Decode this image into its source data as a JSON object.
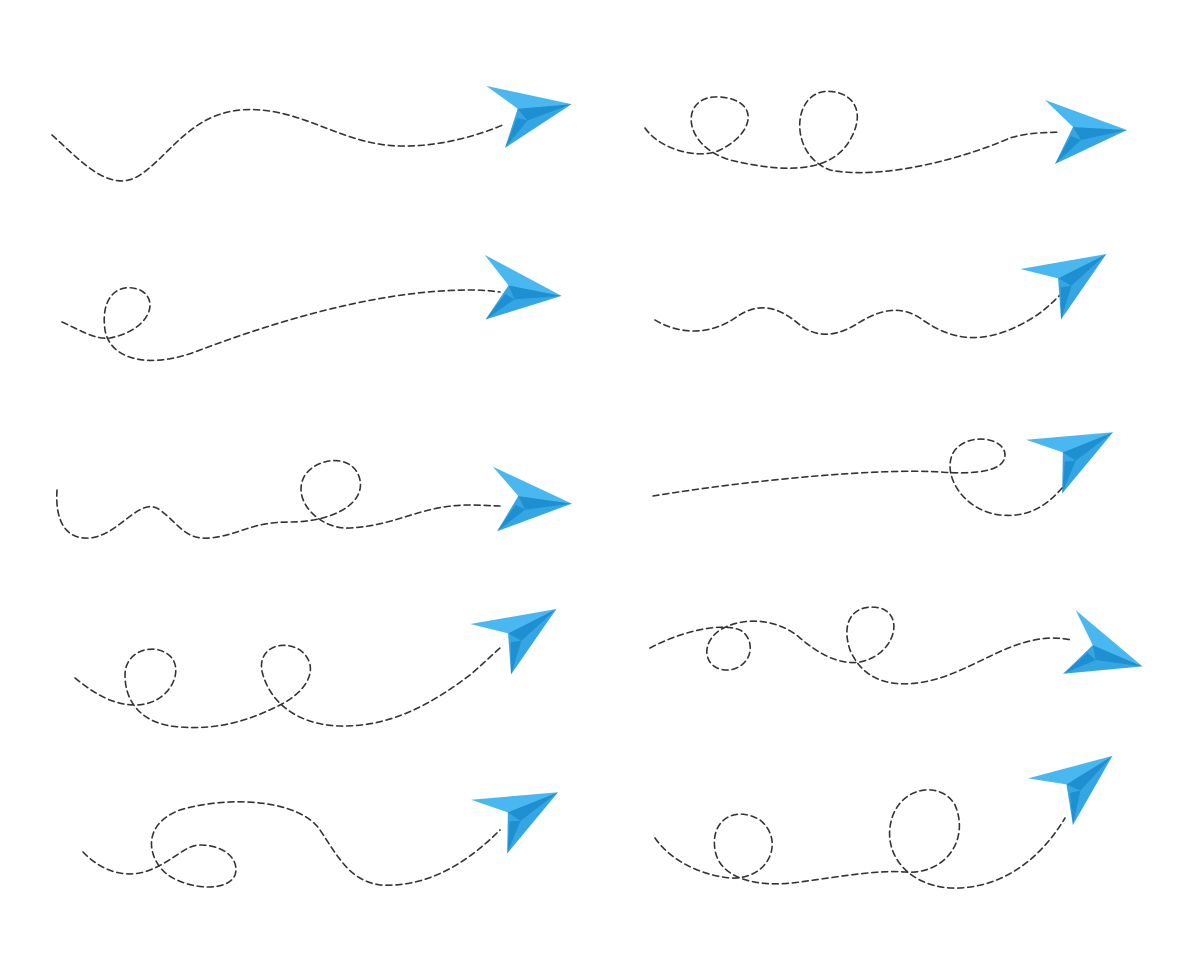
{
  "style": {
    "background": "#ffffff",
    "trail_color": "#333333",
    "plane_light": "#4ab8f0",
    "plane_dark": "#1e8fd0",
    "plane_mid": "#33a6e3"
  },
  "items": [
    {
      "name": "plane-path-1",
      "icon": "paper-plane-icon",
      "trail": "wave"
    },
    {
      "name": "plane-path-2",
      "icon": "paper-plane-icon",
      "trail": "two-loops"
    },
    {
      "name": "plane-path-3",
      "icon": "paper-plane-icon",
      "trail": "one-loop"
    },
    {
      "name": "plane-path-4",
      "icon": "paper-plane-icon",
      "trail": "wavy"
    },
    {
      "name": "plane-path-5",
      "icon": "paper-plane-icon",
      "trail": "wavy-one-loop"
    },
    {
      "name": "plane-path-6",
      "icon": "paper-plane-icon",
      "trail": "one-loop"
    },
    {
      "name": "plane-path-7",
      "icon": "paper-plane-icon",
      "trail": "two-loops"
    },
    {
      "name": "plane-path-8",
      "icon": "paper-plane-icon",
      "trail": "two-loops"
    },
    {
      "name": "plane-path-9",
      "icon": "paper-plane-icon",
      "trail": "swirl"
    },
    {
      "name": "plane-path-10",
      "icon": "paper-plane-icon",
      "trail": "two-loops"
    }
  ]
}
